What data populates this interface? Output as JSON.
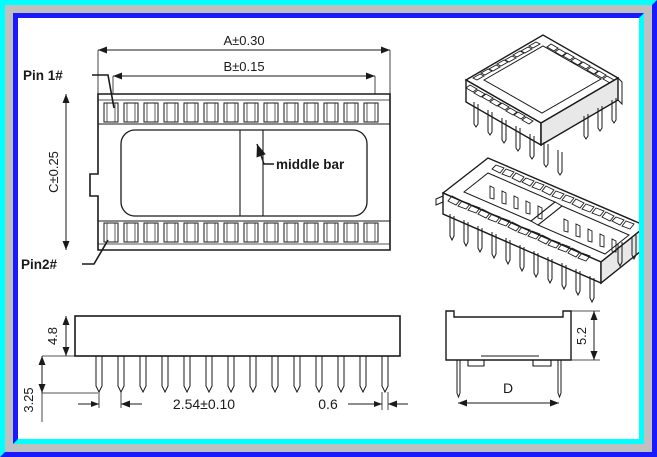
{
  "drawing": {
    "title": "IC Socket Dimensional Drawing",
    "frame": {
      "outer_highlight_color": "#00ffff",
      "outer_shadow_color": "#1a1aff",
      "mid_color": "#c0c0c0",
      "inner_highlight_color": "#1a1aff",
      "inner_shadow_color": "#00ffff",
      "background_color": "#ffffff",
      "line_color": "#1a1a1a"
    },
    "views": {
      "top_view": {
        "name": "top-view",
        "labels": {
          "pin1": "Pin 1#",
          "pin2": "Pin2#",
          "dim_a": "A±0.30",
          "dim_b": "B±0.15",
          "dim_c": "C±0.25",
          "middle_bar": "middle  bar"
        },
        "contact_count": 14
      },
      "side_view": {
        "name": "side-view",
        "labels": {
          "body_height": "4.8",
          "pin_length": "3.25",
          "pitch": "2.54±0.10",
          "pin_width": "0.6"
        },
        "pin_count": 14
      },
      "end_view": {
        "name": "end-view",
        "labels": {
          "height": "5.2",
          "width": "D"
        }
      },
      "iso_top": {
        "name": "isometric-view-top",
        "description": "3D perspective of IC socket, angled view"
      },
      "iso_bottom": {
        "name": "isometric-view-bottom",
        "description": "3D perspective of IC socket, second angled view"
      }
    }
  }
}
